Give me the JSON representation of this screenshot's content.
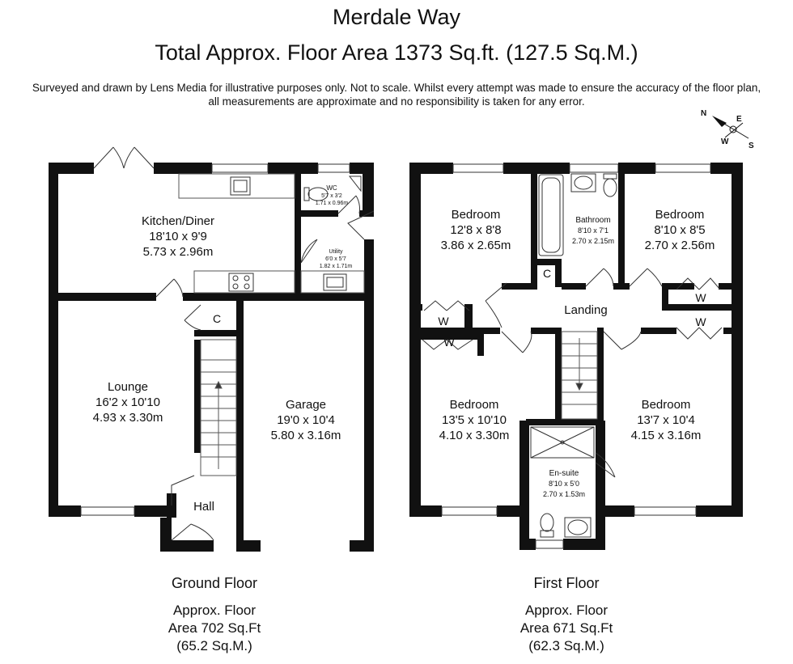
{
  "header": {
    "property": "Merdale Way",
    "total_area": "Total Approx. Floor Area 1373 Sq.ft. (127.5 Sq.M.)",
    "disclaimer_line1": "Surveyed and drawn by Lens Media for illustrative purposes only. Not to scale. Whilst every attempt was made to ensure the accuracy of the floor plan,",
    "disclaimer_line2": "all measurements are approximate and no responsibility is taken for any error."
  },
  "compass": {
    "n": "N",
    "e": "E",
    "s": "S",
    "w": "W"
  },
  "ground_floor": {
    "title": "Ground Floor",
    "area_line1": "Approx. Floor",
    "area_line2": "Area 702 Sq.Ft",
    "area_line3": "(65.2 Sq.M.)",
    "rooms": {
      "kitchen": {
        "name": "Kitchen/Diner",
        "imperial": "18'10 x 9'9",
        "metric": "5.73 x 2.96m"
      },
      "wc": {
        "name": "WC",
        "imperial": "5'7 x 3'2",
        "metric": "1.71 x 0.96m"
      },
      "utility": {
        "name": "Utility",
        "imperial": "6'0 x 5'7",
        "metric": "1.82 x 1.71m"
      },
      "lounge": {
        "name": "Lounge",
        "imperial": "16'2 x 10'10",
        "metric": "4.93 x 3.30m"
      },
      "garage": {
        "name": "Garage",
        "imperial": "19'0 x 10'4",
        "metric": "5.80 x 3.16m"
      },
      "hall": {
        "name": "Hall"
      },
      "cupboard": {
        "name": "C"
      }
    }
  },
  "first_floor": {
    "title": "First Floor",
    "area_line1": "Approx. Floor",
    "area_line2": "Area 671 Sq.Ft",
    "area_line3": "(62.3 Sq.M.)",
    "rooms": {
      "bedroom_nw": {
        "name": "Bedroom",
        "imperial": "12'8 x 8'8",
        "metric": "3.86 x 2.65m"
      },
      "bathroom": {
        "name": "Bathroom",
        "imperial": "8'10 x 7'1",
        "metric": "2.70 x 2.15m"
      },
      "bedroom_ne": {
        "name": "Bedroom",
        "imperial": "8'10 x 8'5",
        "metric": "2.70 x 2.56m"
      },
      "landing": {
        "name": "Landing"
      },
      "bedroom_sw": {
        "name": "Bedroom",
        "imperial": "13'5 x 10'10",
        "metric": "4.10 x 3.30m"
      },
      "bedroom_se": {
        "name": "Bedroom",
        "imperial": "13'7 x 10'4",
        "metric": "4.15 x 3.16m"
      },
      "ensuite": {
        "name": "En-suite",
        "imperial": "8'10 x 5'0",
        "metric": "2.70 x 1.53m"
      },
      "cupboard": {
        "name": "C"
      },
      "wardrobe_1": {
        "name": "W"
      },
      "wardrobe_2": {
        "name": "W"
      },
      "wardrobe_3": {
        "name": "W"
      },
      "wardrobe_4": {
        "name": "W"
      }
    }
  }
}
